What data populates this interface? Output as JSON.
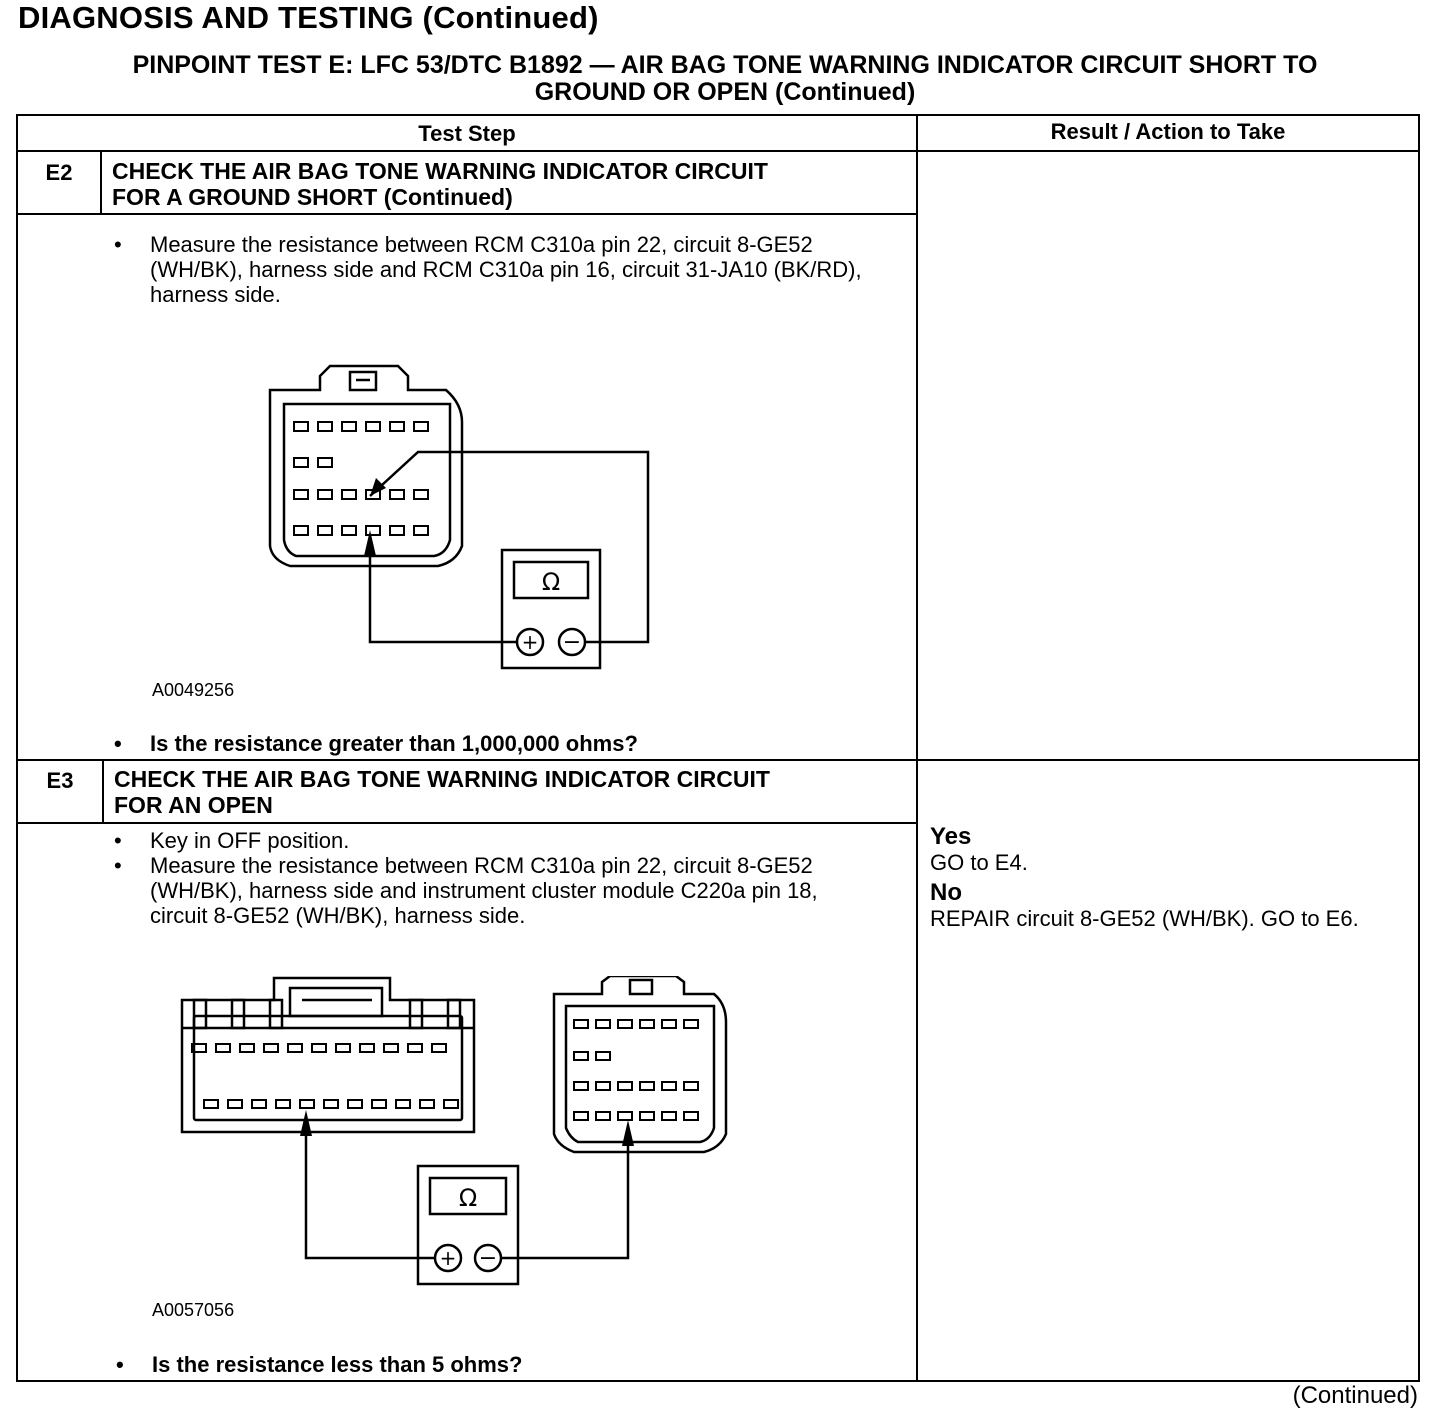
{
  "page_title": "DIAGNOSIS AND TESTING (Continued)",
  "test_title_line1": "PINPOINT TEST  E: LFC 53/DTC B1892 — AIR BAG TONE WARNING INDICATOR CIRCUIT SHORT TO",
  "test_title_line2": "GROUND OR OPEN (Continued)",
  "table": {
    "col_test_step": "Test Step",
    "col_result": "Result / Action to Take"
  },
  "steps": [
    {
      "id": "E2",
      "heading_line1": "CHECK THE AIR BAG TONE WARNING INDICATOR CIRCUIT",
      "heading_line2": "FOR A GROUND SHORT (Continued)",
      "bullets": [
        "Measure the resistance between RCM C310a pin 22, circuit 8-GE52 (WH/BK), harness side and RCM C310a pin 16, circuit 31-JA10 (BK/RD), harness side."
      ],
      "figure_id": "A0049256",
      "question": "Is the resistance greater than 1,000,000 ohms?",
      "meter_symbol": "Ω"
    },
    {
      "id": "E3",
      "heading_line1": "CHECK THE AIR BAG TONE WARNING INDICATOR CIRCUIT",
      "heading_line2": "FOR AN OPEN",
      "bullets": [
        "Key in OFF position.",
        "Measure the resistance between RCM C310a pin 22, circuit 8-GE52 (WH/BK), harness side and instrument cluster module C220a pin 18, circuit 8-GE52 (WH/BK), harness side."
      ],
      "figure_id": "A0057056",
      "question": "Is the resistance less than 5 ohms?",
      "meter_symbol": "Ω",
      "result": {
        "yes_label": "Yes",
        "yes_action": "GO to E4.",
        "no_label": "No",
        "no_action": "REPAIR circuit 8-GE52 (WH/BK). GO to E6."
      }
    }
  ],
  "bullet_char": "•",
  "footer": "(Continued)"
}
